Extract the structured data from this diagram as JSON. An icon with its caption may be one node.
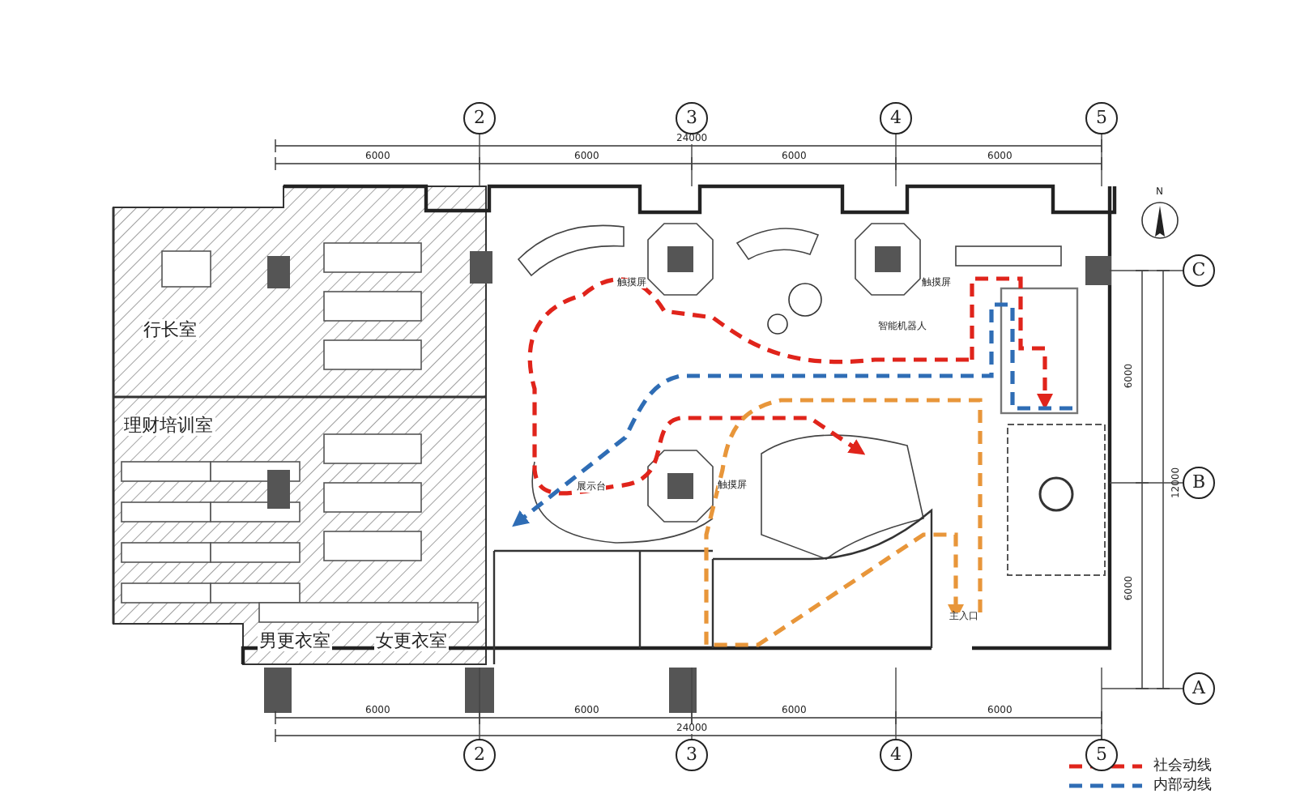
{
  "diagram": {
    "labels": [
      "2",
      "3",
      "4",
      "5",
      "24000",
      "6000",
      "6000",
      "6000",
      "6000",
      "N",
      "C",
      "触摸屏",
      "触摸屏",
      "智能机器人",
      "行长室",
      "6000",
      "理财培训室",
      "B",
      "12000",
      "展示台",
      "触摸屏",
      "6000",
      "主入口",
      "男更衣室",
      "女更衣室",
      "A",
      "6000",
      "6000",
      "6000",
      "6000",
      "24000",
      "2",
      "3",
      "4",
      "5"
    ],
    "legend": [
      {
        "text": "社会动线"
      },
      {
        "text": "内部动线"
      }
    ]
  }
}
